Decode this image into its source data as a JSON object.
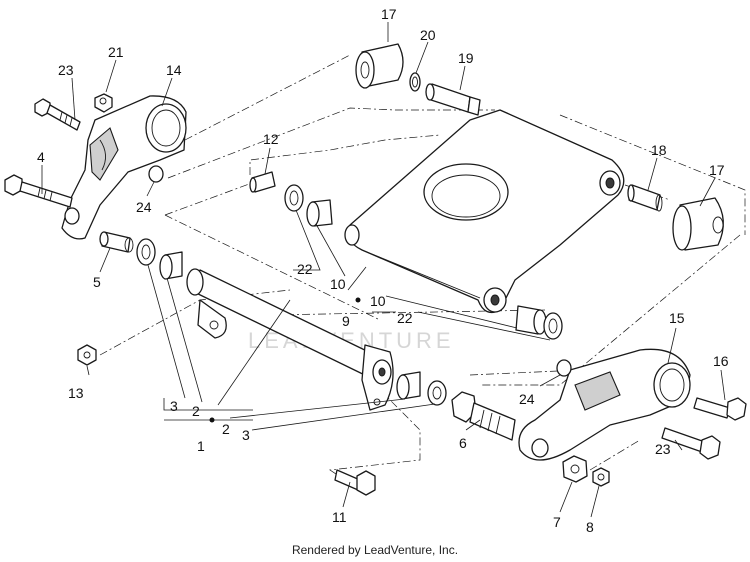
{
  "watermark": "LEADVENTURE",
  "footer": "Rendered by LeadVenture, Inc.",
  "callouts": [
    {
      "id": "c17a",
      "label": "17"
    },
    {
      "id": "c20",
      "label": "20"
    },
    {
      "id": "c19",
      "label": "19"
    },
    {
      "id": "c21",
      "label": "21"
    },
    {
      "id": "c23a",
      "label": "23"
    },
    {
      "id": "c14",
      "label": "14"
    },
    {
      "id": "c4",
      "label": "4"
    },
    {
      "id": "c24a",
      "label": "24"
    },
    {
      "id": "c12",
      "label": "12"
    },
    {
      "id": "c18",
      "label": "18"
    },
    {
      "id": "c17b",
      "label": "17"
    },
    {
      "id": "c5",
      "label": "5"
    },
    {
      "id": "c22a",
      "label": "22"
    },
    {
      "id": "c10a",
      "label": "10"
    },
    {
      "id": "c10b",
      "label": "10"
    },
    {
      "id": "c9",
      "label": "9"
    },
    {
      "id": "c22b",
      "label": "22"
    },
    {
      "id": "c13",
      "label": "13"
    },
    {
      "id": "c3a",
      "label": "3"
    },
    {
      "id": "c2a",
      "label": "2"
    },
    {
      "id": "c2b",
      "label": "2"
    },
    {
      "id": "c3b",
      "label": "3"
    },
    {
      "id": "c1",
      "label": "1"
    },
    {
      "id": "c15",
      "label": "15"
    },
    {
      "id": "c16",
      "label": "16"
    },
    {
      "id": "c24b",
      "label": "24"
    },
    {
      "id": "c6",
      "label": "6"
    },
    {
      "id": "c23b",
      "label": "23"
    },
    {
      "id": "c11",
      "label": "11"
    },
    {
      "id": "c7",
      "label": "7"
    },
    {
      "id": "c8",
      "label": "8"
    }
  ]
}
